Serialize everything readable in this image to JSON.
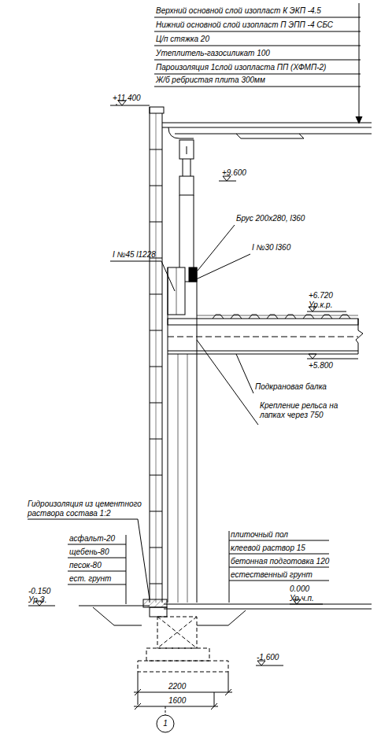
{
  "diagram": {
    "labels": [
      "Верхний основной слой изопласт К ЭКП -4.5",
      "Нижний основной слой изопласт П ЭПП -4 СБС",
      "Ц/п стяжка 20",
      "Утеплитель-газосиликат 100",
      "Пароизоляция 1слой изопласта ПП (ХФМП-2)",
      "Ж/б ребристая плита 300мм",
      "+11.400",
      "+9.600",
      "Брус 200х280, l360",
      "I №30 l360",
      "I №45 l1228",
      "+6.720",
      "Ур.к.р.",
      "+5.800",
      "Подкрановая балка",
      "Крепление рельса на лапках через 750",
      "Гидроизоляция из цементного раствора состава 1:2",
      "асфальт-20",
      "щебень-80",
      "песок-80",
      "ест. грунт",
      "плиточный пол",
      "клеевой раствор 15",
      "бетонная подготовка 120",
      "естественный грунт",
      "-0.150",
      "Ур.З.",
      "0.000",
      "Ур.ч.п.",
      "-1.600",
      "2200",
      "1600",
      "1"
    ]
  }
}
